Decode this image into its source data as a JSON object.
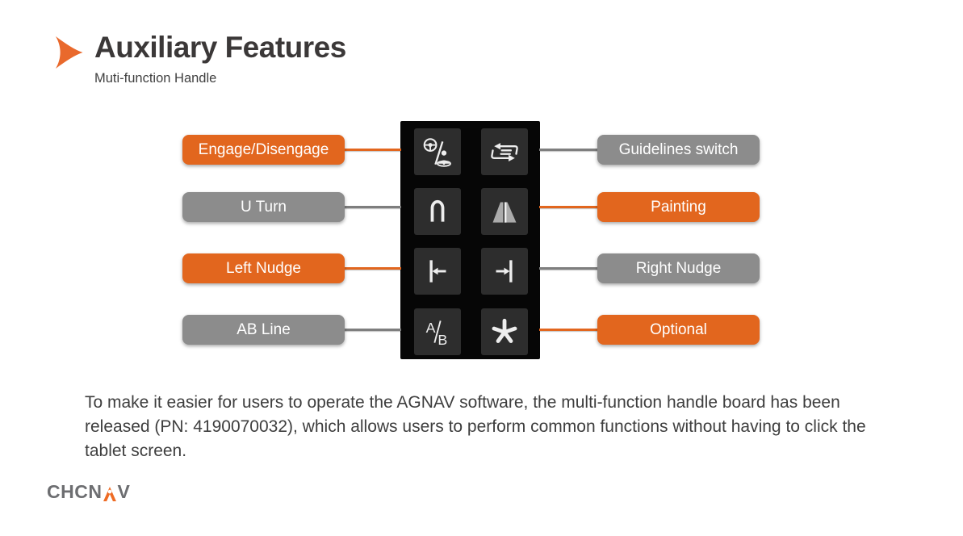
{
  "header": {
    "title": "Auxiliary Features",
    "subtitle": "Muti-function Handle"
  },
  "diagram": {
    "rows": [
      {
        "left_label": "Engage/Disengage",
        "left_color": "orange",
        "left_icon": "engage-disengage-icon",
        "right_icon": "guidelines-switch-icon",
        "right_label": "Guidelines switch",
        "right_color": "gray"
      },
      {
        "left_label": "U Turn",
        "left_color": "gray",
        "left_icon": "u-turn-icon",
        "right_icon": "painting-icon",
        "right_label": "Painting",
        "right_color": "orange"
      },
      {
        "left_label": "Left Nudge",
        "left_color": "orange",
        "left_icon": "left-nudge-icon",
        "right_icon": "right-nudge-icon",
        "right_label": "Right Nudge",
        "right_color": "gray"
      },
      {
        "left_label": "AB Line",
        "left_color": "gray",
        "left_icon": "ab-line-icon",
        "right_icon": "asterisk-icon",
        "right_label": "Optional",
        "right_color": "orange"
      }
    ]
  },
  "description": "To make it easier for users to operate the AGNAV software, the multi-function handle board has been released (PN: 4190070032), which allows users to perform common functions without having to click the tablet screen.",
  "footer": {
    "logo_prefix": "CHCN",
    "logo_suffix": "V"
  },
  "colors": {
    "accent_orange": "#e2661e",
    "label_gray": "#8c8c8c",
    "line_gray": "#7e7e7e",
    "panel_black": "#060606",
    "tile_gray": "#2d2d2d",
    "icon_white": "#ededed",
    "title_text": "#3b3838",
    "body_text": "#3e3e3e",
    "logo_gray": "#6d6e71"
  }
}
